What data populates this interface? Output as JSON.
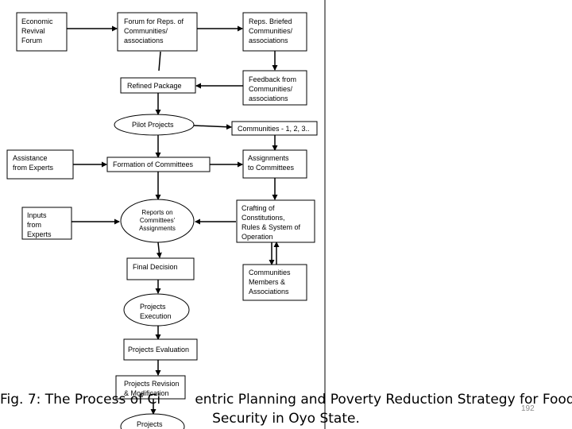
{
  "diagram": {
    "nodes": {
      "economic_revival": [
        "Economic",
        "Revival",
        "Forum"
      ],
      "forum_reps": [
        "Forum for Reps. of",
        "Communities/",
        "associations"
      ],
      "reps_briefed": [
        "Reps. Briefed",
        "Communities/",
        "associations"
      ],
      "feedback": [
        "Feedback from",
        "Communities/",
        "associations"
      ],
      "refined_package": [
        "Refined Package"
      ],
      "pilot_projects": [
        "Pilot Projects"
      ],
      "communities_123": [
        "Communities - 1, 2, 3.."
      ],
      "assistance": [
        "Assistance",
        "from Experts"
      ],
      "formation": [
        "Formation of Committees"
      ],
      "assignments": [
        "Assignments",
        "to Committees"
      ],
      "inputs": [
        "Inputs",
        "from",
        "Experts"
      ],
      "reports": [
        "Reports on",
        "Committees'",
        "Assignments"
      ],
      "crafting": [
        "Crafting of",
        "Constitutions,",
        "Rules & System of",
        "Operation"
      ],
      "final_decision": [
        "Final Decision"
      ],
      "members": [
        "Communities",
        "Members &",
        "Associations"
      ],
      "execution": [
        "Projects",
        "Execution"
      ],
      "evaluation": [
        "Projects Evaluation"
      ],
      "revision": [
        "Projects Revision",
        "& Modification"
      ],
      "projects_bottom": [
        "Projects"
      ]
    }
  },
  "caption": {
    "line1": "Fig. 7: The Process of Ci        entric Planning and Poverty Reduction Strategy for Food",
    "line2": "Security in Oyo State."
  },
  "page_number": "192"
}
